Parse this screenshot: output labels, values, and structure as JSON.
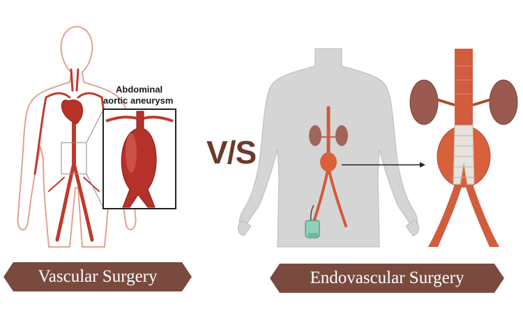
{
  "labels": {
    "aneurysm_line1": "Abdominal",
    "aneurysm_line2": "aortic aneurysm",
    "vs": "V/S",
    "left_banner": "Vascular Surgery",
    "right_banner": "Endovascular Surgery"
  },
  "colors": {
    "banner": "#7a4a3f",
    "vs_text": "#6b3a2d",
    "artery": "#c0392b",
    "kidney": "#a0665a",
    "body_outline": "#d98b7a",
    "body_fill_right": "#d9d9d9",
    "stent_graft": "#e8e2dc"
  }
}
